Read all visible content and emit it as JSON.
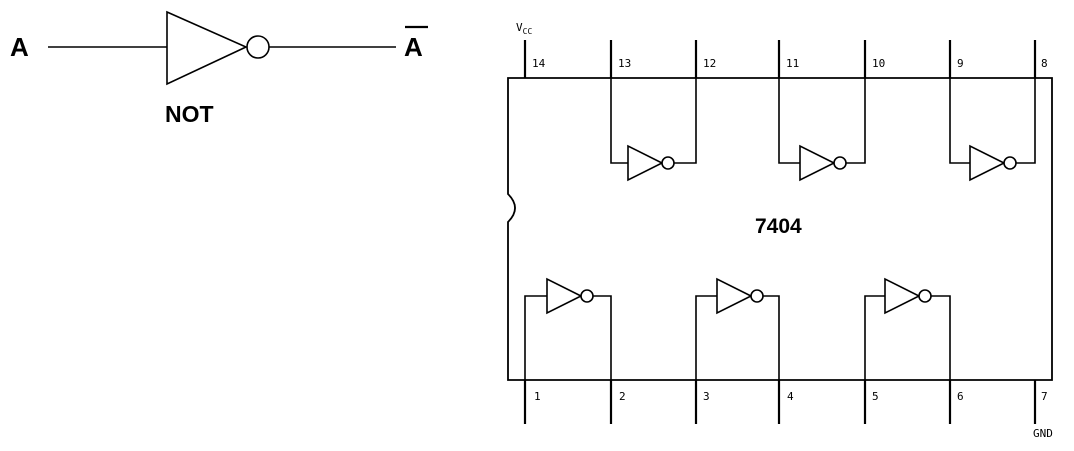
{
  "single_gate": {
    "input_label": "A",
    "output_label": "A",
    "caption": "NOT"
  },
  "chip": {
    "part_number": "7404",
    "supply_label": "V",
    "supply_subscript": "CC",
    "ground_label": "GND",
    "top_pins": [
      "14",
      "13",
      "12",
      "11",
      "10",
      "9",
      "8"
    ],
    "bottom_pins": [
      "1",
      "2",
      "3",
      "4",
      "5",
      "6",
      "7"
    ]
  }
}
